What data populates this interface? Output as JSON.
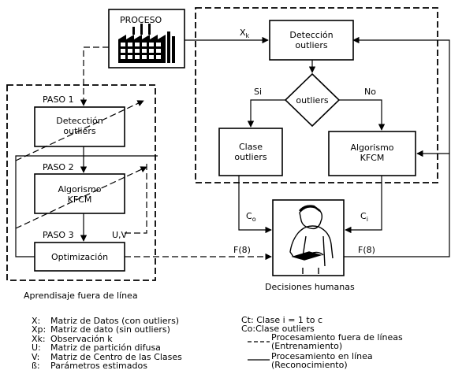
{
  "process": {
    "label": "PROCESO"
  },
  "online": {
    "detection": [
      "Detección",
      "outliers"
    ],
    "decision": "outliers",
    "yes": "Si",
    "no": "No",
    "class_box": [
      "Clase",
      "outliers"
    ],
    "kfcm_box": [
      "Algorismo",
      "KFCM"
    ],
    "xk": "X",
    "xk_sub": "k"
  },
  "offline": {
    "step1": "PASO 1",
    "step1_box": [
      "Detecctión",
      "outliers"
    ],
    "step2": "PASO 2",
    "step2_box": [
      "Algorismo",
      "KFCM"
    ],
    "step3": "PASO 3",
    "step3_out": "U,V",
    "step3_box": "Optimización",
    "caption": "Aprendisaje fuera de línea"
  },
  "human": {
    "caption": "Decisiones humanas",
    "co": "C",
    "co_sub": "o",
    "ci": "C",
    "ci_sub": "i",
    "f_left": "F(8)",
    "f_right": "F(8)"
  },
  "legend_left": [
    {
      "key": "X:",
      "text": "Matriz de Datos (con outliers)"
    },
    {
      "key": "Xp:",
      "text": "Matriz de dato (sin outliers)"
    },
    {
      "key": "Xk:",
      "text": "Observación k"
    },
    {
      "key": "U:",
      "text": "Matriz de partición difusa"
    },
    {
      "key": "V:",
      "text": "Matriz de Centro de las Clases"
    },
    {
      "key": "ß:",
      "text": "Parámetros estimados"
    }
  ],
  "legend_right": {
    "ct": "Ct: Clase i = 1 to c",
    "co": "Co:Clase outliers",
    "dashed": [
      "Procesamiento fuera de líneas",
      "(Entrenamiento)"
    ],
    "solid": [
      "Procesamiento en línea",
      "(Reconocimiento)"
    ]
  },
  "colors": {
    "line": "#000000",
    "bg": "#ffffff"
  }
}
